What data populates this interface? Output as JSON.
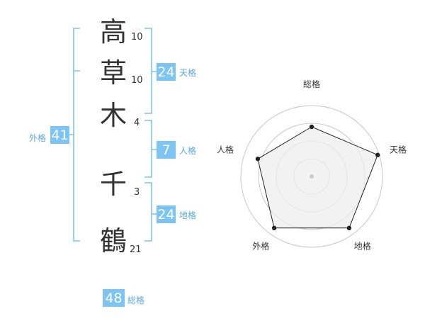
{
  "colors": {
    "accent": "#7cc4f4",
    "accent_text": "#5aa9de",
    "text": "#333333",
    "ring": "#c8c8c8",
    "radar_fill": "#eeeeee",
    "radar_line": "#222222"
  },
  "name": {
    "characters": [
      {
        "char": "高",
        "strokes": "10"
      },
      {
        "char": "草",
        "strokes": "10"
      },
      {
        "char": "木",
        "strokes": "4"
      },
      {
        "char": "千",
        "strokes": "3"
      },
      {
        "char": "鶴",
        "strokes": "21"
      }
    ]
  },
  "fortune": {
    "tenkaku": {
      "value": "24",
      "label": "天格"
    },
    "jinkaku": {
      "value": "7",
      "label": "人格"
    },
    "chikaku": {
      "value": "24",
      "label": "地格"
    },
    "gaikaku": {
      "value": "41",
      "label": "外格"
    },
    "soukaku": {
      "value": "48",
      "label": "総格"
    }
  },
  "radar": {
    "axes": [
      "総格",
      "天格",
      "地格",
      "外格",
      "人格"
    ],
    "levels": 4,
    "values": [
      0.7,
      0.98,
      0.9,
      0.9,
      0.8
    ]
  }
}
